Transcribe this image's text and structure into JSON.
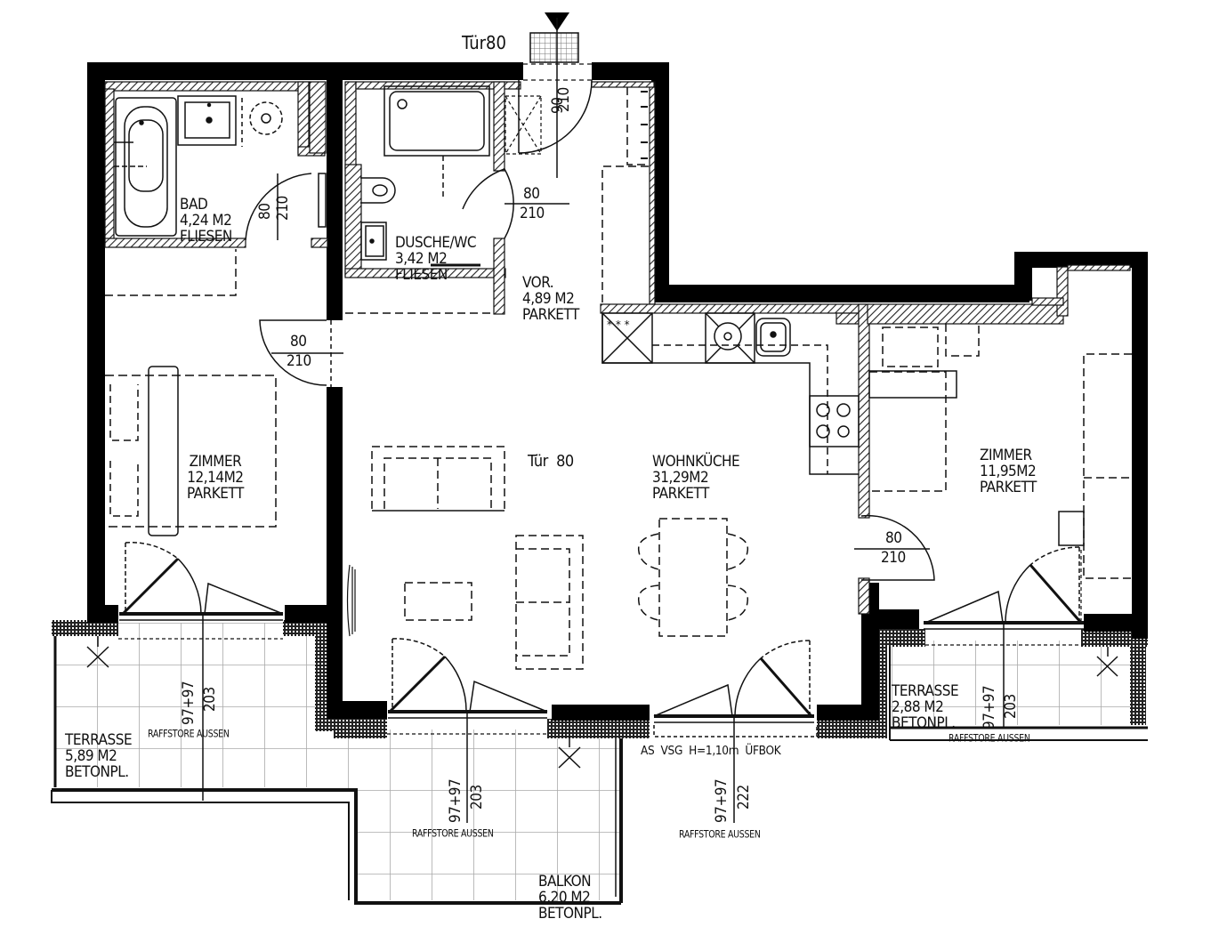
{
  "entrance": {
    "label": "Tür80"
  },
  "rooms": [
    {
      "id": "bad",
      "name": "BAD",
      "area": "4,24  M2",
      "floor": "FLIESEN"
    },
    {
      "id": "dusche-wc",
      "name": "DUSCHE/WC",
      "area": "3,42  M2",
      "floor": "FLIESEN"
    },
    {
      "id": "vorraum",
      "name": "VOR.",
      "area": "4,89  M2",
      "floor": "PARKETT"
    },
    {
      "id": "zimmer-1",
      "name": "ZIMMER",
      "area": "12,14M2",
      "floor": "PARKETT"
    },
    {
      "id": "wohnkueche",
      "name": "WOHNKÜCHE",
      "area": "31,29M2",
      "floor": "PARKETT"
    },
    {
      "id": "zimmer-2",
      "name": "ZIMMER",
      "area": "11,95M2",
      "floor": "PARKETT"
    },
    {
      "id": "terrasse-1",
      "name": "TERRASSE",
      "area": "5,89  M2",
      "floor": "BETONPL."
    },
    {
      "id": "balkon",
      "name": "BALKON",
      "area": "6,20  M2",
      "floor": "BETONPL."
    },
    {
      "id": "terrasse-2",
      "name": "TERRASSE",
      "area": "2,88  M2",
      "floor": "BETONPL."
    }
  ],
  "doors": {
    "entrance": {
      "width": "90",
      "height": "210"
    },
    "bad": {
      "width": "80",
      "height": "210"
    },
    "dusche": {
      "width": "80",
      "height": "210"
    },
    "zimmer_1": {
      "width": "80",
      "height": "210"
    },
    "zimmer_2": {
      "width": "80",
      "height": "210"
    },
    "wohn_note": "Tür  80"
  },
  "windows": [
    {
      "id": "terrasse-1-window",
      "size": "97+97",
      "height": "203",
      "note": "RAFFSTORE AUSSEN"
    },
    {
      "id": "balkon-window-1",
      "size": "97+97",
      "height": "203",
      "note": "RAFFSTORE AUSSEN"
    },
    {
      "id": "balkon-window-2",
      "size": "97+97",
      "height": "222",
      "note": "RAFFSTORE AUSSEN"
    },
    {
      "id": "terrasse-2-window",
      "size": "97+97",
      "height": "203",
      "note": "RAFFSTORE AUSSEN"
    }
  ],
  "railing_note": "AS  VSG  H=1,10m  ÜFBOK"
}
